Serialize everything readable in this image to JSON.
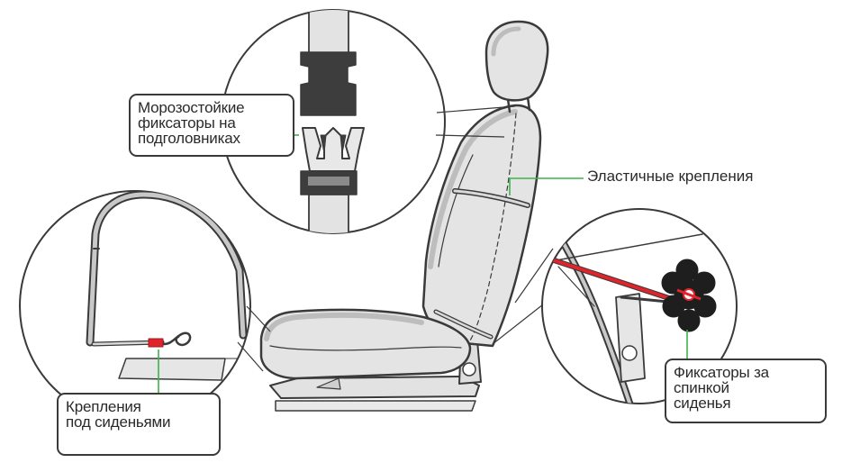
{
  "labels": {
    "headrest": [
      "Морозостойкие",
      "фиксаторы на",
      "подголовниках"
    ],
    "elastic": "Эластичные крепления",
    "under_seat": [
      "Крепления",
      "под сиденьями"
    ],
    "back": [
      "Фиксаторы за",
      "спинкой",
      "сиденья"
    ]
  },
  "colors": {
    "outline": "#3a3a3a",
    "seat_fill": "#e6e6e6",
    "seat_stripe": "#c2c2c2",
    "leader": "#3cb34a",
    "strap_red": "#e0242b",
    "circle_fill": "#ffffff"
  }
}
